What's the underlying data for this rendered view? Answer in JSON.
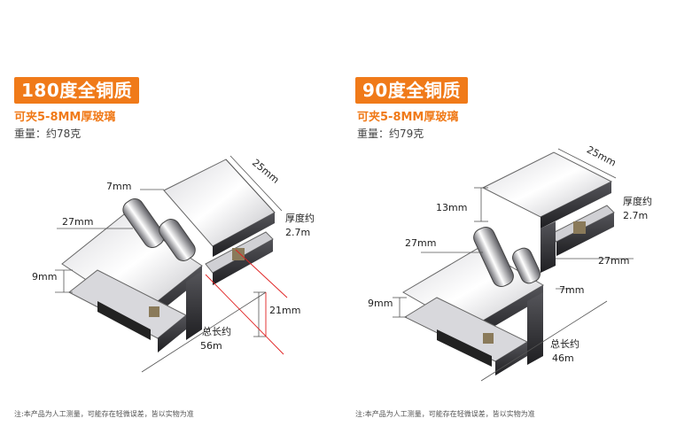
{
  "left": {
    "title": "180度全铜质",
    "spec": "可夹5-8MM厚玻璃",
    "weight": "重量：约78克",
    "dims": {
      "hinge_width": "7mm",
      "width_a": "27mm",
      "depth": "25mm",
      "thickness_label": "厚度约",
      "thickness_value": "2.7m",
      "clamp_gap": "9mm",
      "height": "21mm",
      "total_label": "总长约",
      "total_value": "56m"
    },
    "footnote": "注:本产品为人工测量，可能存在轻微误差，皆以实物为准"
  },
  "right": {
    "title": "90度全铜质",
    "spec": "可夹5-8MM厚玻璃",
    "weight": "重量：约79克",
    "dims": {
      "depth": "25mm",
      "thickness_label": "厚度约",
      "thickness_value": "2.7m",
      "top_gap": "13mm",
      "width_a": "27mm",
      "width_b": "27mm",
      "hinge_width": "7mm",
      "clamp_gap": "9mm",
      "total_label": "总长约",
      "total_value": "46m"
    },
    "footnote": "注:本产品为人工测量，可能存在轻微误差，皆以实物为准"
  },
  "colors": {
    "accent": "#f07a19",
    "metal_light": "#f2f2f4",
    "metal_dark": "#3a3a3e",
    "dimension_line": "#555555",
    "laser_red": "#e02020"
  }
}
